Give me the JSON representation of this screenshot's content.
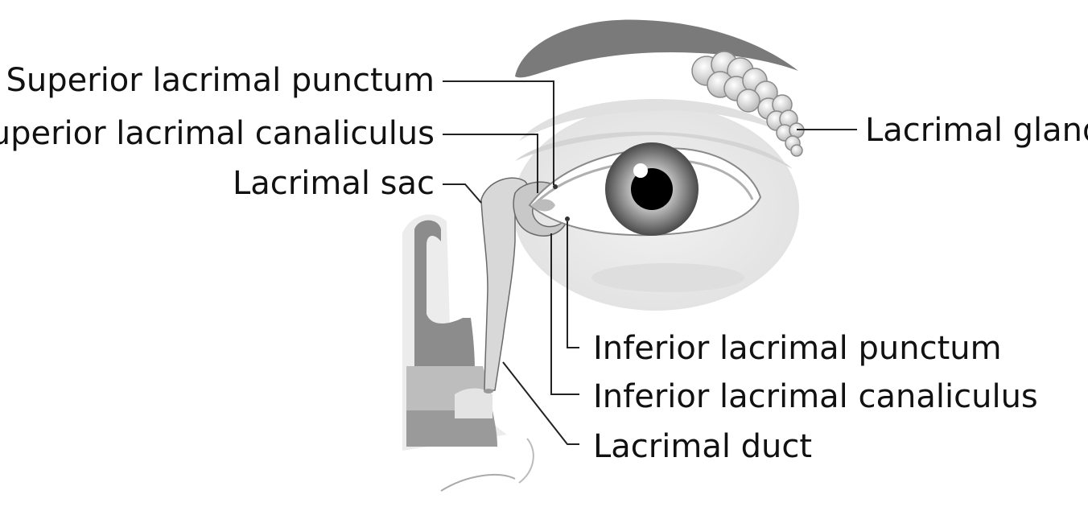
{
  "labels": {
    "superior_punctum": "Superior lacrimal punctum",
    "superior_canaliculus": "Superior lacrimal canaliculus",
    "lacrimal_sac": "Lacrimal sac",
    "lacrimal_gland": "Lacrimal gland",
    "inferior_punctum": "Inferior lacrimal punctum",
    "inferior_canaliculus": "Inferior lacrimal canaliculus",
    "lacrimal_duct": "Lacrimal duct"
  },
  "colors": {
    "background": "#ffffff",
    "brow": "#7a7a7a",
    "skin_light": "#eeeeee",
    "skin_mid": "#dcdcdc",
    "nasal_dark": "#8c8c8c",
    "sac_fill": "#d8d8d8",
    "leader_line": "#222222",
    "pupil": "#000000"
  }
}
